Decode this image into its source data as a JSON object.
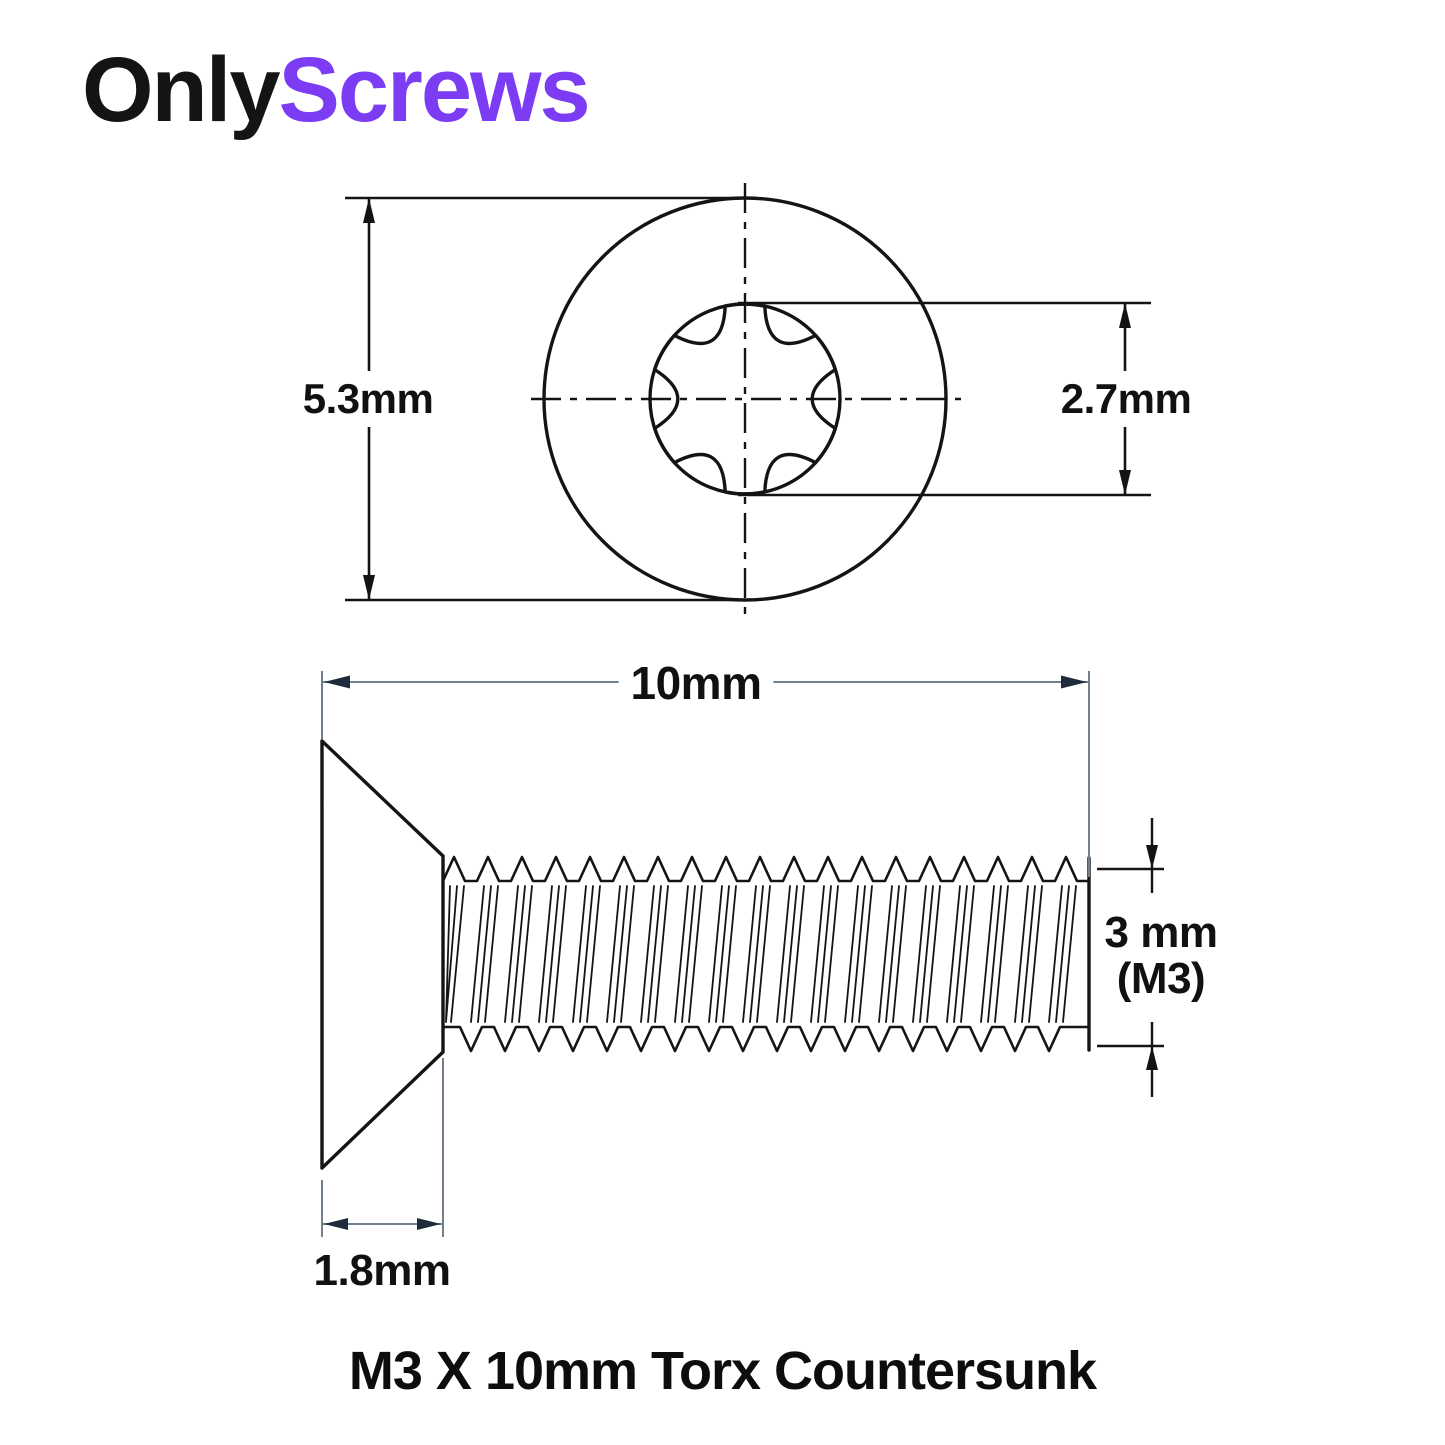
{
  "brand": {
    "prefix": "Only",
    "suffix": "Screws"
  },
  "caption": "M3 X 10mm Torx Countersunk",
  "dimension_labels": {
    "head_diameter": "5.3mm",
    "torx_socket_diameter": "2.7mm",
    "overall_length": "10mm",
    "thread_diameter_line1": "3 mm",
    "thread_diameter_line2": "(M3)",
    "head_height": "1.8mm"
  },
  "colors": {
    "accent": "#7b3cf4",
    "ink": "#141414",
    "dim_line_gray": "#71808c",
    "dim_arrow_navy": "#1d2b3c"
  }
}
